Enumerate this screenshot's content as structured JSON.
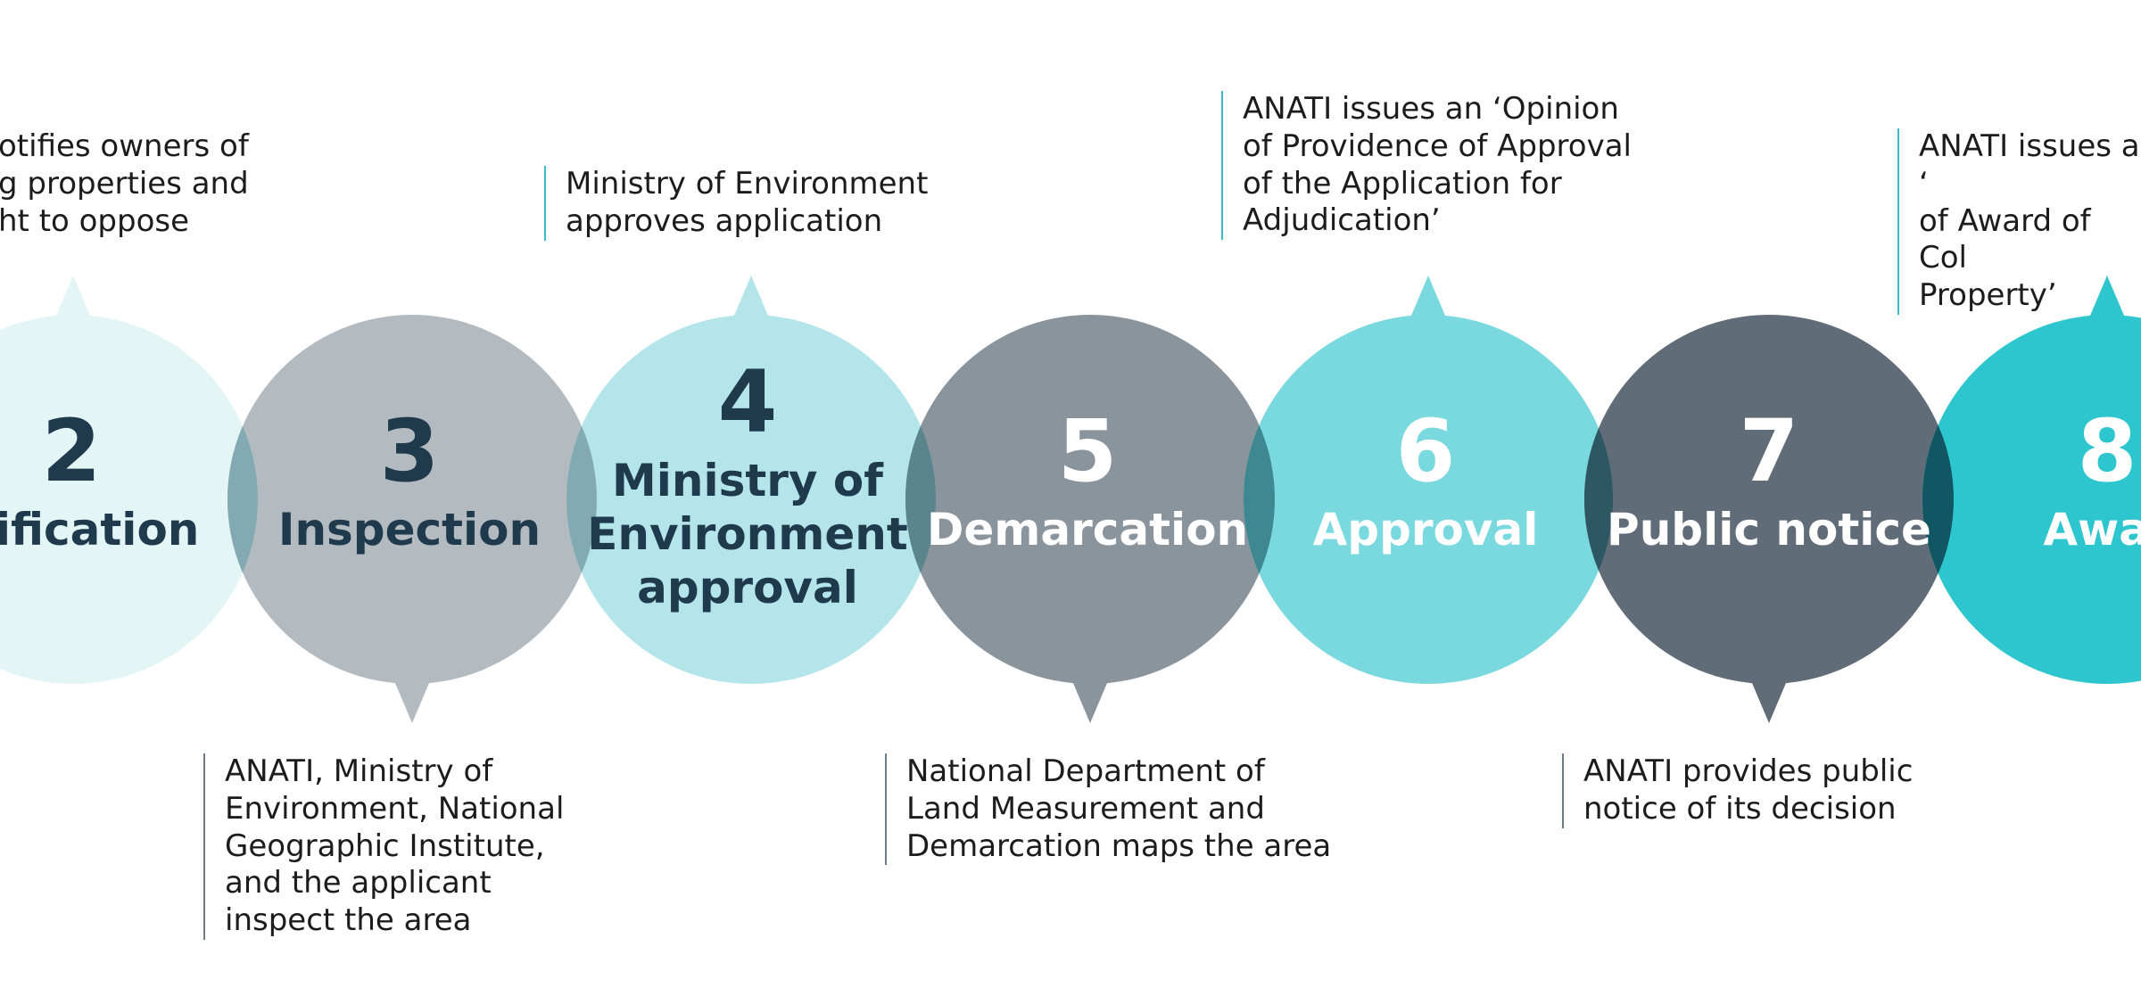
{
  "steps": [
    {
      "number": "2",
      "title": "otification",
      "color": "#e4f5f5",
      "text_color": "dark",
      "callout": "otifies owners of\ng properties and\nht to oppose",
      "callout_position": "top"
    },
    {
      "number": "3",
      "title": "Inspection",
      "color": "#b3bbc1",
      "text_color": "dark",
      "callout": "ANATI, Ministry of\nEnvironment, National\nGeographic Institute,\nand the applicant\ninspect the area",
      "callout_position": "bottom"
    },
    {
      "number": "4",
      "title": "Ministry of\nEnvironment\napproval",
      "color": "#b3e5ea",
      "text_color": "dark",
      "callout": "Ministry of Environment\napproves application",
      "callout_position": "top"
    },
    {
      "number": "5",
      "title": "Demarcation",
      "color": "#89949c",
      "text_color": "light",
      "callout": "National Department of\nLand Measurement and\nDemarcation maps the area",
      "callout_position": "bottom"
    },
    {
      "number": "6",
      "title": "Approval",
      "color": "#7ad9de",
      "text_color": "light",
      "callout": "ANATI issues an ‘Opinion\nof Providence of Approval\nof the Application for\nAdjudication’",
      "callout_position": "top"
    },
    {
      "number": "7",
      "title": "Public notice",
      "color": "#606c77",
      "text_color": "light",
      "callout": "ANATI provides public\nnotice of its decision",
      "callout_position": "bottom"
    },
    {
      "number": "8",
      "title": "Awar",
      "color": "#2ec6ce",
      "text_color": "light",
      "callout": "ANATI issues a ‘\nof Award of Col\nProperty’",
      "callout_position": "top"
    }
  ],
  "colors": {
    "overlap_default": "#83aab3",
    "overlaps": [
      "#83aab3",
      "#83aab3",
      "#5a858f",
      "#3e8891",
      "#2c5763",
      "#125663"
    ],
    "top_callout_line": "#3bb8c7",
    "bottom_callout_line": "#6a7c89"
  }
}
